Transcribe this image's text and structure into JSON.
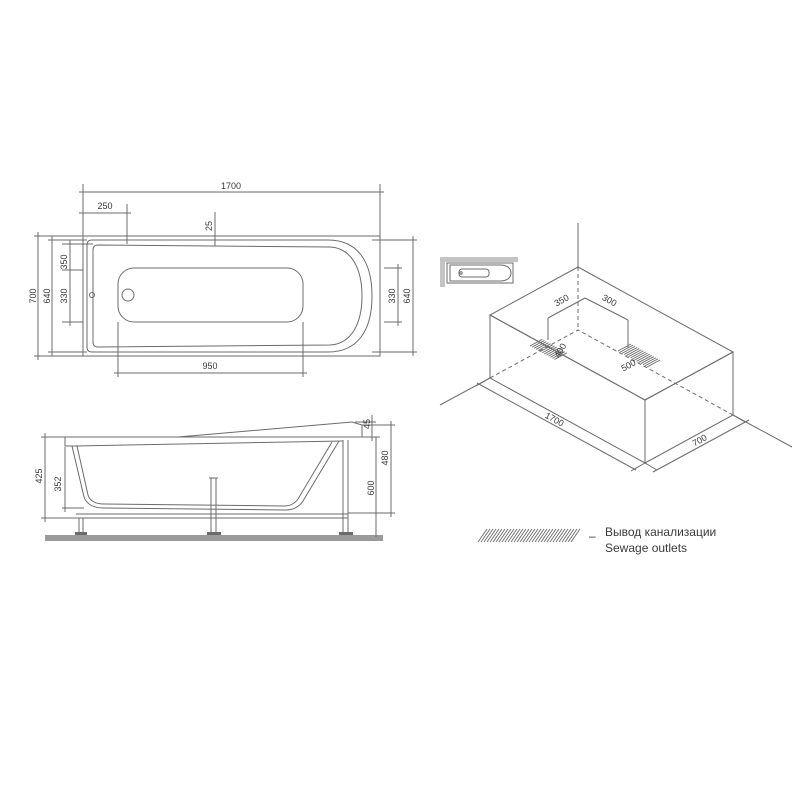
{
  "top_view": {
    "dim_length": "1700",
    "dim_offset": "250",
    "dim_rim": "25",
    "dim_width_outer": "700",
    "dim_width_inner_left": "640",
    "dim_left_350": "350",
    "dim_left_330": "330",
    "dim_right_330": "330",
    "dim_right_640": "640",
    "dim_basin_length": "950"
  },
  "side_view": {
    "dim_425": "425",
    "dim_352": "352",
    "dim_45": "45",
    "dim_600": "600",
    "dim_480": "480"
  },
  "iso_view": {
    "dim_outlet_350": "350",
    "dim_outlet_300": "300",
    "dim_outlet_400": "400",
    "dim_outlet_500": "500",
    "dim_length": "1700",
    "dim_width": "700"
  },
  "legend": {
    "dash": "–",
    "label_ru": "Вывод канализации",
    "label_en": "Sewage outlets"
  },
  "colors": {
    "line": "#6b6b6b",
    "floor": "#9a9a9a",
    "text": "#3a3a3a"
  }
}
